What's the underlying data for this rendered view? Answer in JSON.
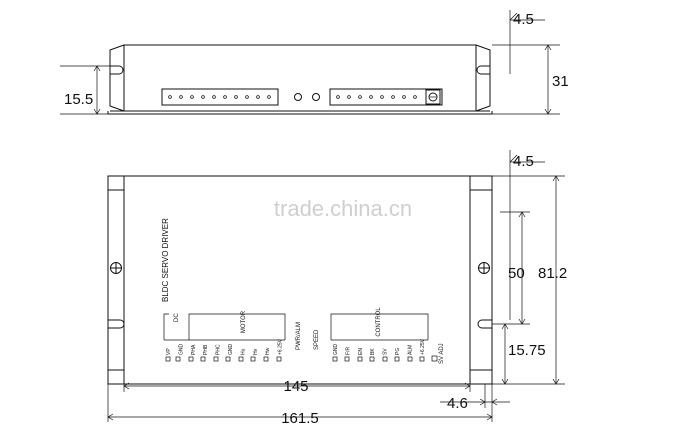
{
  "dimensions": {
    "top_right_gap": "4.5",
    "top_height": "31",
    "top_left_offset": "15.5",
    "front_right_gap": "4.5",
    "hole_spacing": "50",
    "total_height": "81.2",
    "hole_offset": "15.75",
    "hole_width": "145",
    "edge_offset": "4.6",
    "total_width": "161.5"
  },
  "watermark": "trade.china.cn",
  "front_panel": {
    "title": "BLDC SERVO DRIVER",
    "dc_label": "DC",
    "motor_header": "MOTOR",
    "control_header": "CONTROL",
    "pwr_alm": "PWR/ALM",
    "speed": "SPEED",
    "speed_adj": "SV ADJ",
    "left_pins": [
      "VP",
      "GND",
      "PHA",
      "PHB",
      "PHC",
      "GND",
      "Hu",
      "Hv",
      "Hw",
      "+6.25V"
    ],
    "right_pins": [
      "GND",
      "F/R",
      "EN",
      "BK",
      "SV",
      "PG",
      "ALM",
      "+6.25V"
    ]
  }
}
